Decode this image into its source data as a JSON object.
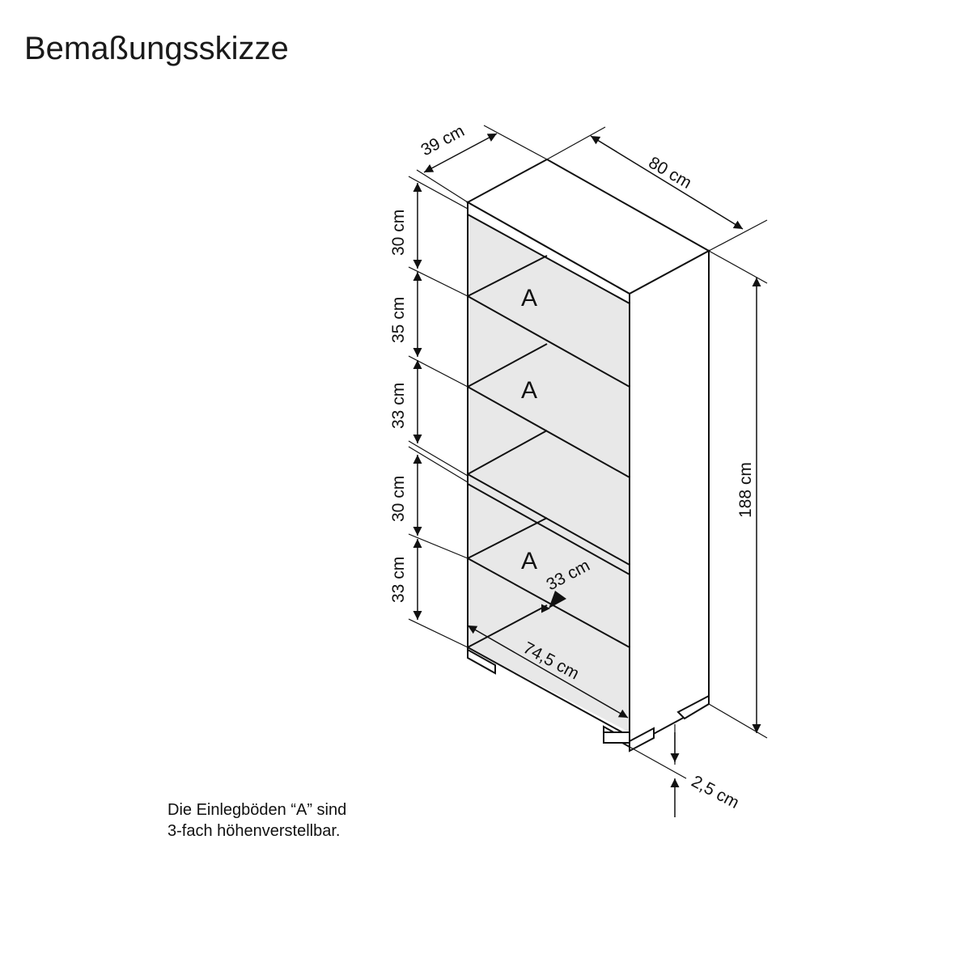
{
  "title": "Bemaßungsskizze",
  "note": {
    "line1": "Die Einlegböden “A” sind",
    "line2": "3-fach höhenverstellbar."
  },
  "shelf_label": "A",
  "dimensions": {
    "depth": "39 cm",
    "width": "80 cm",
    "height": "188 cm",
    "inner_width": "74,5 cm",
    "shelf_depth": "33 cm",
    "foot_height": "2,5 cm",
    "compartments": [
      "30 cm",
      "35 cm",
      "33 cm",
      "30 cm",
      "33 cm"
    ]
  },
  "colors": {
    "line": "#111111",
    "interior": "#e8e8e8",
    "background": "#ffffff"
  }
}
